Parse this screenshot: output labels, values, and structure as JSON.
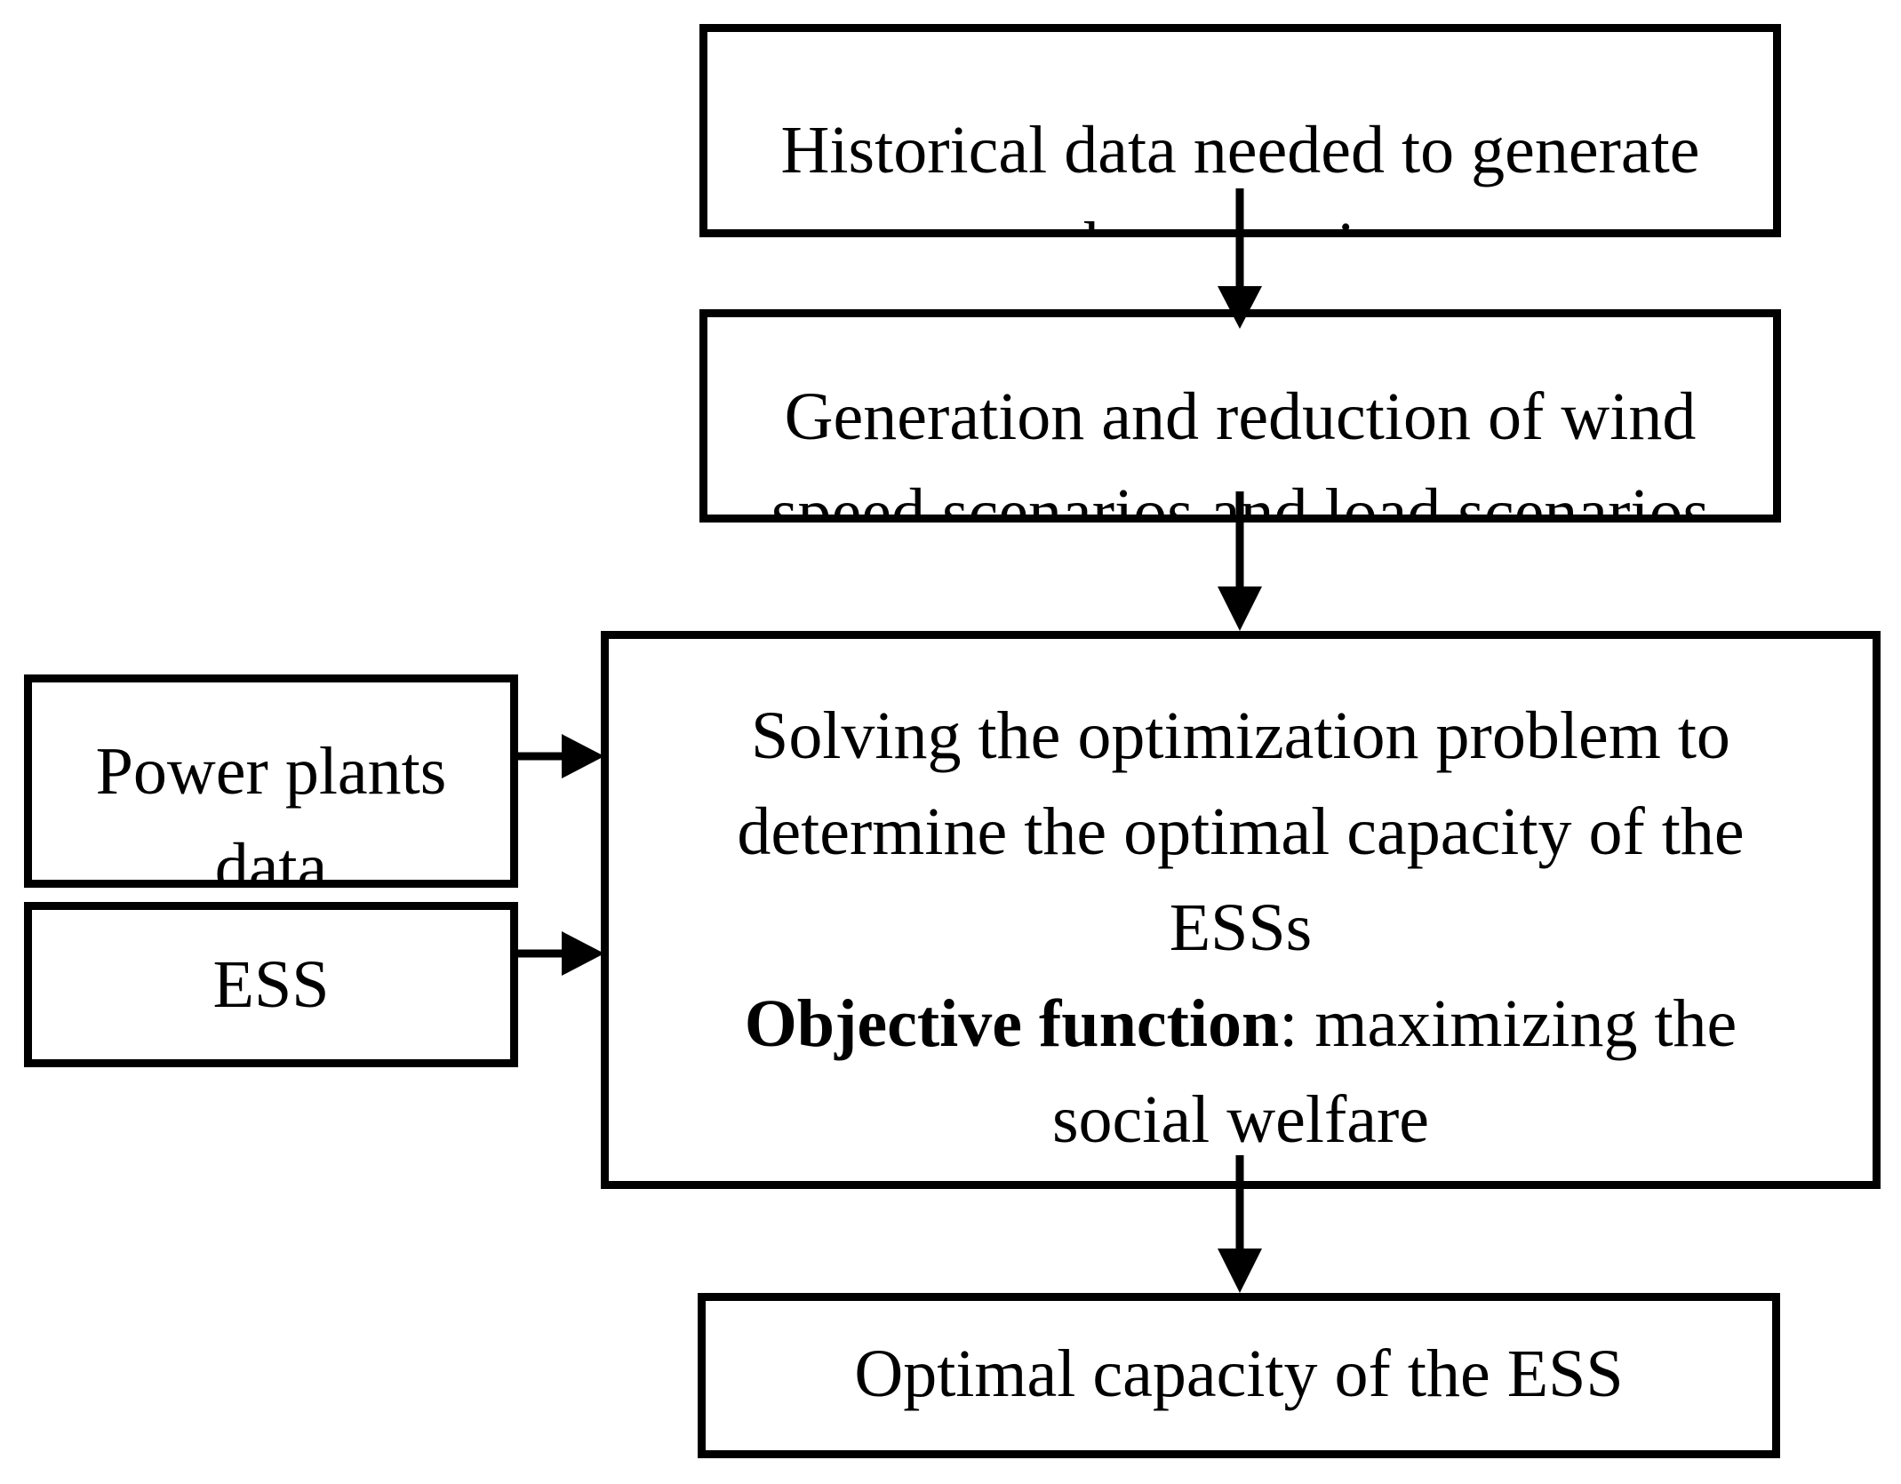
{
  "nodes": {
    "historical": {
      "lines": [
        "Historical data needed to generate",
        "the scenarios"
      ]
    },
    "generation": {
      "lines": [
        "Generation and reduction of wind",
        "speed scenarios and load scenarios"
      ]
    },
    "solving": {
      "lines": [
        "Solving the optimization problem to",
        "determine the optimal capacity of the",
        "ESSs"
      ],
      "objective_label": "Objective function",
      "objective_rest": ": maximizing the",
      "objective_line2": "social welfare"
    },
    "power_plants": {
      "lines": [
        "Power plants",
        "data"
      ]
    },
    "ess": {
      "lines": [
        "ESS"
      ]
    },
    "optimal": {
      "lines": [
        "Optimal capacity of the ESS"
      ]
    }
  },
  "edges": [
    {
      "from": "historical",
      "to": "generation"
    },
    {
      "from": "generation",
      "to": "solving"
    },
    {
      "from": "power_plants",
      "to": "solving"
    },
    {
      "from": "ess",
      "to": "solving"
    },
    {
      "from": "solving",
      "to": "optimal"
    }
  ]
}
